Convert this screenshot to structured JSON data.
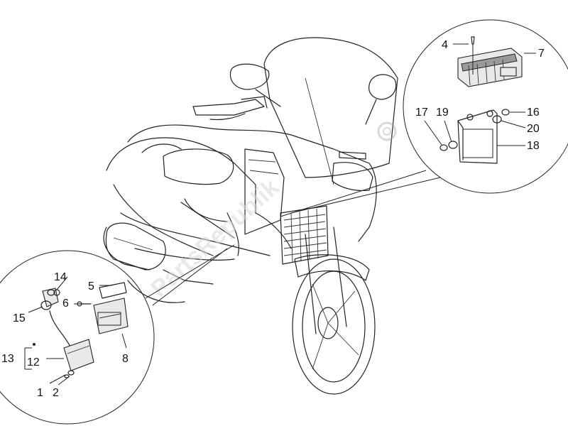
{
  "diagram": {
    "watermark": "PartsRepublik",
    "callouts": [
      {
        "id": "c1",
        "label": "1"
      },
      {
        "id": "c2",
        "label": "2"
      },
      {
        "id": "c4",
        "label": "4"
      },
      {
        "id": "c5",
        "label": "5"
      },
      {
        "id": "c6",
        "label": "6"
      },
      {
        "id": "c7",
        "label": "7"
      },
      {
        "id": "c8",
        "label": "8"
      },
      {
        "id": "c12",
        "label": "12"
      },
      {
        "id": "c13",
        "label": "13"
      },
      {
        "id": "c14",
        "label": "14"
      },
      {
        "id": "c15",
        "label": "15"
      },
      {
        "id": "c16",
        "label": "16"
      },
      {
        "id": "c17",
        "label": "17"
      },
      {
        "id": "c18",
        "label": "18"
      },
      {
        "id": "c19",
        "label": "19"
      },
      {
        "id": "c20",
        "label": "20"
      }
    ]
  }
}
